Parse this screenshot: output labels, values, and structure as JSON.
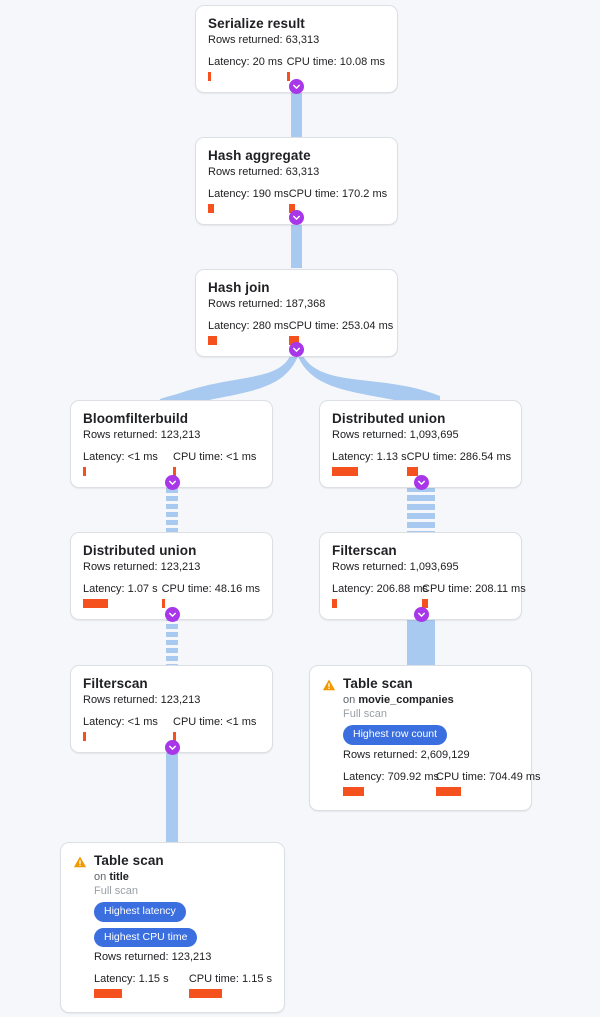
{
  "theme": {
    "background": "#f5f7fa",
    "card_bg": "#ffffff",
    "card_border": "#dcdfe3",
    "edge_color": "#9fc5f2",
    "toggle_color": "#a737e8",
    "badge_color": "#3b6fe0",
    "bar_color": "#f4511e",
    "warning_color": "#f29900"
  },
  "labels": {
    "rows_returned": "Rows returned:",
    "latency": "Latency:",
    "cpu_time": "CPU time:",
    "on": "on",
    "full_scan": "Full scan"
  },
  "icons": {
    "collapse": "chevron-down-icon",
    "warning": "warning-triangle-icon"
  },
  "nodes": [
    {
      "id": "serialize-result",
      "title": "Serialize result",
      "rows_returned": "Rows returned: 63,313",
      "latency": "Latency: 20 ms",
      "cpu_time": "CPU time: 10.08 ms",
      "latency_bar_width": 3,
      "cpu_bar_width": 3,
      "warning": false,
      "badges": [],
      "table": null,
      "scan_type": null
    },
    {
      "id": "hash-aggregate",
      "title": "Hash aggregate",
      "rows_returned": "Rows returned: 63,313",
      "latency": "Latency: 190 ms",
      "cpu_time": "CPU time: 170.2 ms",
      "latency_bar_width": 6,
      "cpu_bar_width": 6,
      "warning": false,
      "badges": [],
      "table": null,
      "scan_type": null
    },
    {
      "id": "hash-join",
      "title": "Hash join",
      "rows_returned": "Rows returned: 187,368",
      "latency": "Latency: 280 ms",
      "cpu_time": "CPU time: 253.04 ms",
      "latency_bar_width": 9,
      "cpu_bar_width": 10,
      "warning": false,
      "badges": [],
      "table": null,
      "scan_type": null
    },
    {
      "id": "bloomfilterbuild",
      "title": "Bloomfilterbuild",
      "rows_returned": "Rows returned: 123,213",
      "latency": "Latency: <1 ms",
      "cpu_time": "CPU time: <1 ms",
      "latency_bar_width": 3,
      "cpu_bar_width": 3,
      "warning": false,
      "badges": [],
      "table": null,
      "scan_type": null
    },
    {
      "id": "distributed-union-right",
      "title": "Distributed union",
      "rows_returned": "Rows returned: 1,093,695",
      "latency": "Latency: 1.13 s",
      "cpu_time": "CPU time: 286.54 ms",
      "latency_bar_width": 26,
      "cpu_bar_width": 11,
      "warning": false,
      "badges": [],
      "table": null,
      "scan_type": null
    },
    {
      "id": "distributed-union-left",
      "title": "Distributed union",
      "rows_returned": "Rows returned: 123,213",
      "latency": "Latency: 1.07 s",
      "cpu_time": "CPU time: 48.16 ms",
      "latency_bar_width": 25,
      "cpu_bar_width": 3,
      "warning": false,
      "badges": [],
      "table": null,
      "scan_type": null
    },
    {
      "id": "filterscan-right",
      "title": "Filterscan",
      "rows_returned": "Rows returned: 1,093,695",
      "latency": "Latency: 206.88 ms",
      "cpu_time": "CPU time: 208.11 ms",
      "latency_bar_width": 5,
      "cpu_bar_width": 6,
      "warning": false,
      "badges": [],
      "table": null,
      "scan_type": null
    },
    {
      "id": "filterscan-left",
      "title": "Filterscan",
      "rows_returned": "Rows returned: 123,213",
      "latency": "Latency: <1 ms",
      "cpu_time": "CPU time: <1 ms",
      "latency_bar_width": 3,
      "cpu_bar_width": 3,
      "warning": false,
      "badges": [],
      "table": null,
      "scan_type": null
    },
    {
      "id": "table-scan-movie-companies",
      "title": "Table scan",
      "rows_returned": "Rows returned: 2,609,129",
      "latency": "Latency: 709.92 ms",
      "cpu_time": "CPU time: 704.49 ms",
      "latency_bar_width": 21,
      "cpu_bar_width": 25,
      "warning": true,
      "badges": [
        "Highest row count"
      ],
      "table": "movie_companies",
      "scan_type": "Full scan"
    },
    {
      "id": "table-scan-title",
      "title": "Table scan",
      "rows_returned": "Rows returned: 123,213",
      "latency": "Latency: 1.15 s",
      "cpu_time": "CPU time: 1.15 s",
      "latency_bar_width": 28,
      "cpu_bar_width": 33,
      "warning": true,
      "badges": [
        "Highest latency",
        "Highest CPU time"
      ],
      "table": "title",
      "scan_type": "Full scan"
    }
  ],
  "edges": [
    {
      "id": "serialize-to-hash-aggregate",
      "style": "solid"
    },
    {
      "id": "hash-aggregate-to-hash-join",
      "style": "solid"
    },
    {
      "id": "hash-join-to-bloomfilterbuild",
      "style": "ribbon"
    },
    {
      "id": "hash-join-to-distributed-union-right",
      "style": "ribbon"
    },
    {
      "id": "bloomfilterbuild-to-distributed-union-left",
      "style": "striped"
    },
    {
      "id": "distributed-union-right-to-filterscan-right",
      "style": "striped"
    },
    {
      "id": "distributed-union-left-to-filterscan-left",
      "style": "striped"
    },
    {
      "id": "filterscan-right-to-table-scan-movie-companies",
      "style": "solid"
    },
    {
      "id": "filterscan-left-to-table-scan-title",
      "style": "solid"
    }
  ]
}
